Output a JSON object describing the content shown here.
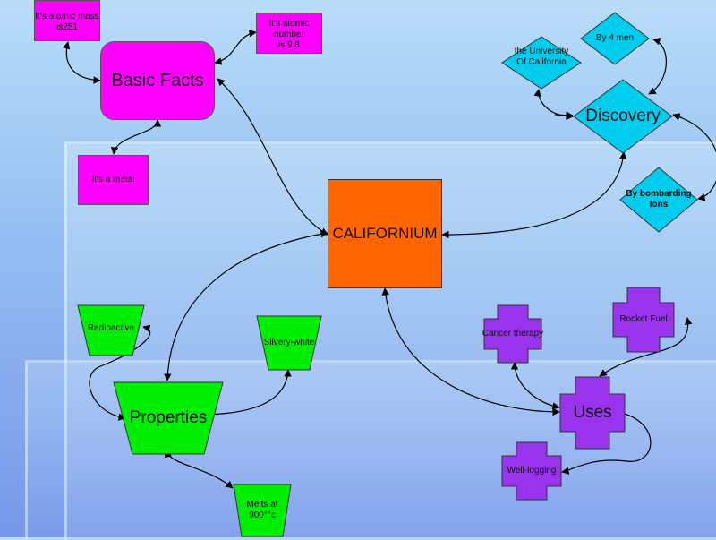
{
  "colors": {
    "center": "#ff6600",
    "basic_facts": "#ff00ff",
    "discovery": "#00ccee",
    "properties": "#00ee00",
    "uses": "#9933ee",
    "link": "#000000"
  },
  "diagram": {
    "center": "CALIFORNIUM",
    "basic_facts": {
      "title": "Basic Facts",
      "atomic_mass": "It's atomic mass\nis251",
      "atomic_number": "It's atomic number\nis 9 8",
      "metal": "It's a metal"
    },
    "discovery": {
      "title": "Discovery",
      "where": "the University\nOf California",
      "who": "By 4 men",
      "how": "By bombarding\nIons"
    },
    "properties": {
      "title": "Properties",
      "radioactive": "Radioactive",
      "silvery_white": "Silvery-white",
      "melts": "Melts at\n900°°c"
    },
    "uses": {
      "title": "Uses",
      "cancer": "Cancer therapy",
      "rocket": "Rocket Fuel",
      "well_logging": "Well-logging"
    }
  }
}
